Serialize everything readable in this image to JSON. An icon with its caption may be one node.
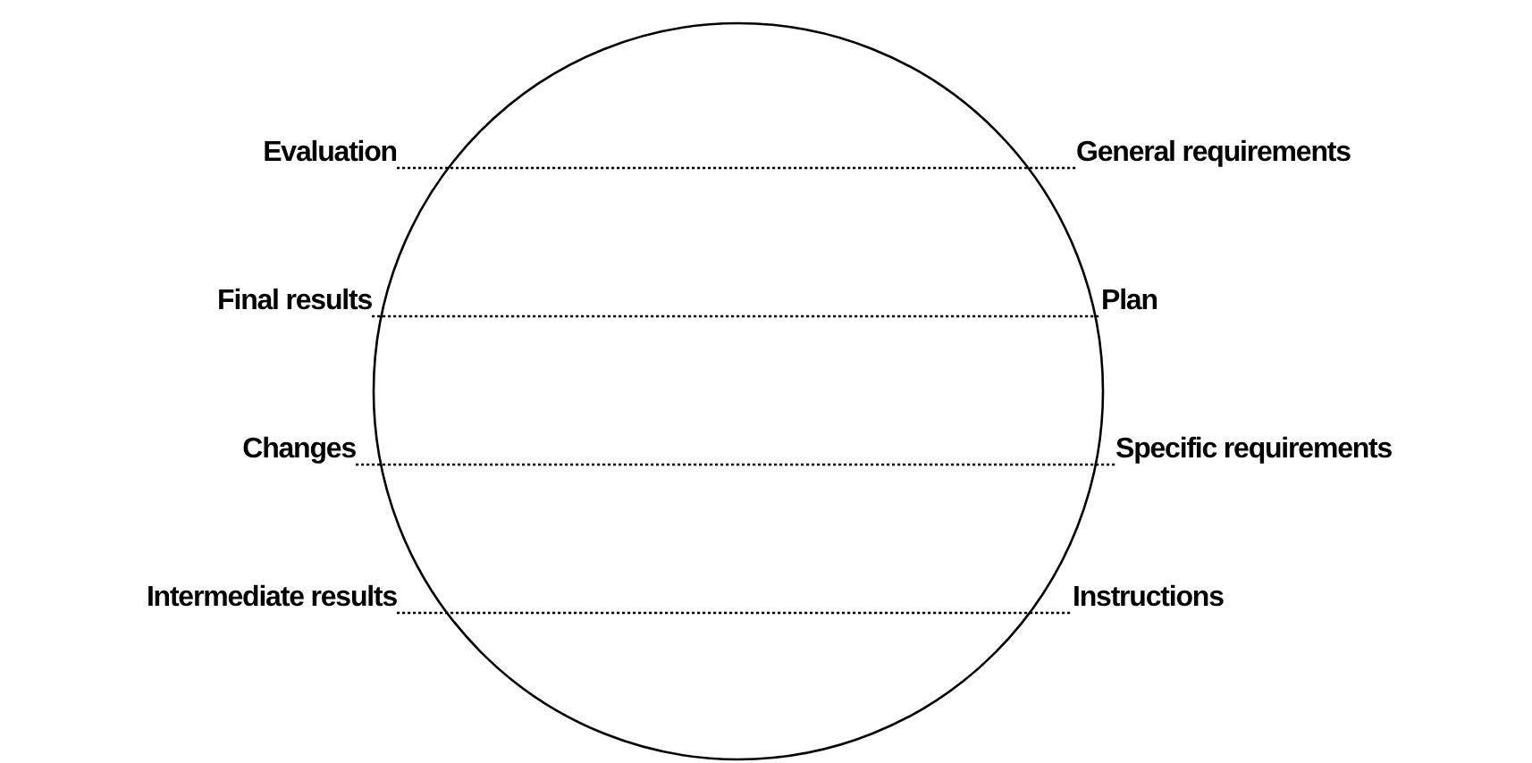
{
  "diagram": {
    "nodes": [
      {
        "text": [
          "Evaluation"
        ]
      },
      {
        "text": [
          "General requirements"
        ]
      },
      {
        "text": [
          "Final results"
        ]
      },
      {
        "text": [
          "Plan"
        ]
      },
      {
        "text": [
          "Changes"
        ]
      },
      {
        "text": [
          "Specific requirements"
        ]
      },
      {
        "text": [
          "Intermediate results"
        ]
      },
      {
        "text": [
          "Instructions"
        ]
      }
    ],
    "edges": [
      {
        "from": 0,
        "to": 1,
        "arrow": "none",
        "style": "dashed"
      },
      {
        "from": 2,
        "to": 3,
        "arrow": "none",
        "style": "dashed"
      },
      {
        "from": 4,
        "to": 5,
        "arrow": "none",
        "style": "dashed"
      },
      {
        "from": 6,
        "to": 7,
        "arrow": "none",
        "style": "dashed"
      }
    ]
  }
}
